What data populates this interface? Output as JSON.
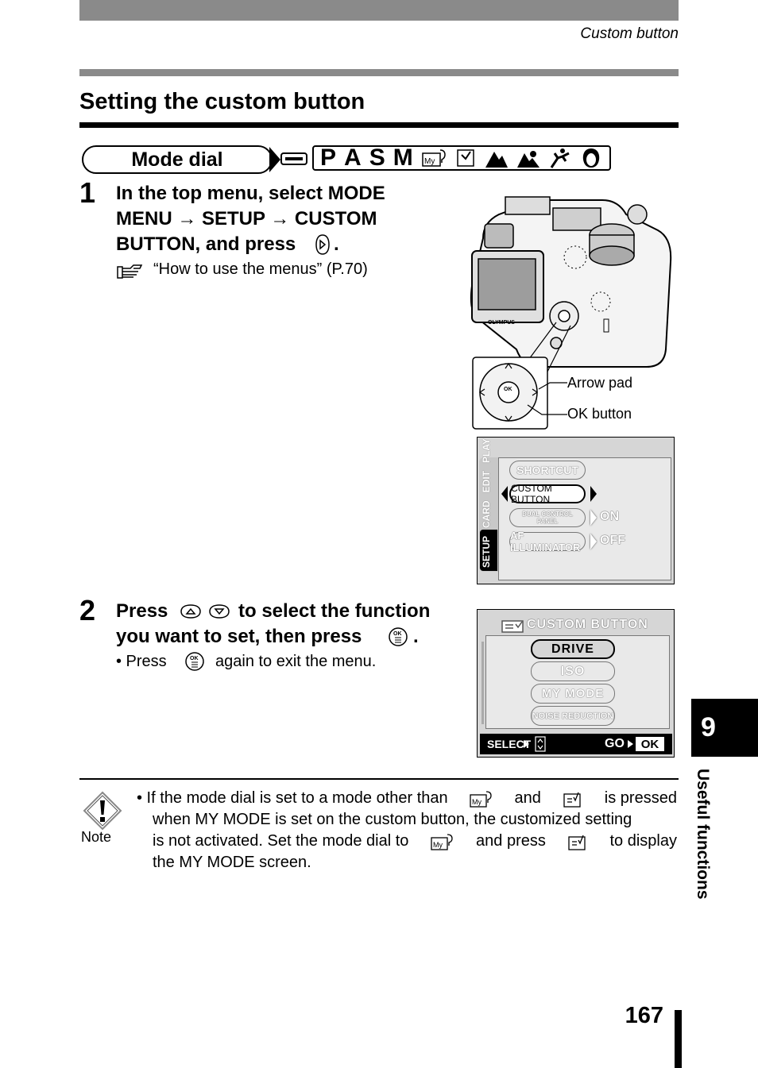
{
  "header": {
    "running_title": "Custom button"
  },
  "section_title": "Setting the custom button",
  "mode_dial": {
    "label": "Mode dial",
    "letters": [
      "P",
      "A",
      "S",
      "M"
    ],
    "icons": [
      "lcd-monitor-icon",
      "my-mode-icon",
      "sports-scene-icon",
      "landscape-icon",
      "landscape-portrait-icon",
      "night-scene-icon",
      "portrait-icon"
    ]
  },
  "step1": {
    "number": "1",
    "lines": [
      "In the top menu, select MODE",
      "MENU → SETUP → CUSTOM",
      "BUTTON, and press"
    ],
    "ref_text": "“How to use the menus” (P.70)"
  },
  "camera_figure": {
    "label_arrow_pad": "Arrow pad",
    "label_ok_button": "OK button",
    "brand": "OLYMPUS",
    "pad_center": "OK"
  },
  "setup_screen": {
    "tabs": [
      "SETUP",
      "CARD",
      "EDIT",
      "PLAY"
    ],
    "items": [
      "SHORTCUT",
      "CUSTOM BUTTON",
      "DUAL CONTROL",
      "PANEL",
      "AF ILLUMINATOR"
    ],
    "values": [
      "ON",
      "OFF"
    ]
  },
  "step2": {
    "number": "2",
    "line1_a": "Press",
    "line1_b": "to select the function",
    "line2": "you want to set, then press",
    "bullet_a": "• Press",
    "bullet_b": "again to exit the menu."
  },
  "custom_screen": {
    "title": "CUSTOM BUTTON",
    "items": [
      "DRIVE",
      "ISO",
      "MY MODE",
      "NOISE REDUCTION"
    ],
    "footer_select": "SELECT",
    "footer_go": "GO",
    "footer_ok": "OK"
  },
  "note": {
    "label": "Note",
    "seg1": "• If the mode dial is set to a mode other than",
    "seg2": "and",
    "seg3": "is pressed",
    "line2": "when MY MODE is set on the custom button, the customized setting",
    "line3a": "is not activated. Set the mode dial to",
    "line3b": "and press",
    "line3c": "to display",
    "line4": "the MY MODE screen."
  },
  "chapter": {
    "number": "9",
    "label": "Useful functions"
  },
  "page_number": "167"
}
